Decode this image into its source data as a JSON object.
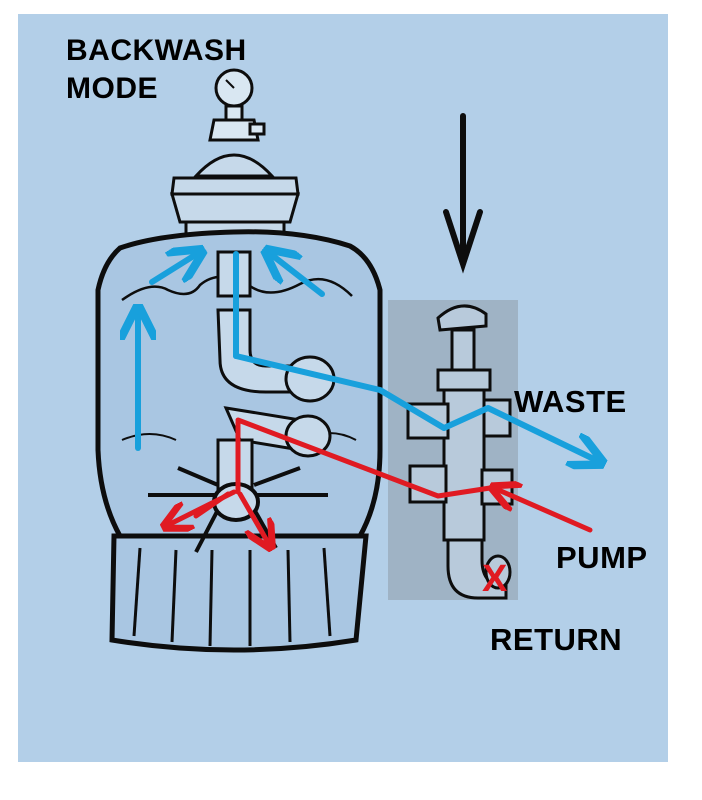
{
  "title_line1": "BACKWASH",
  "title_line2": "MODE",
  "labels": {
    "waste": "WASTE",
    "pump": "PUMP",
    "return": "RETURN",
    "blocked_mark": "X"
  },
  "colors": {
    "background": "#b3cfe8",
    "outline": "#0d0d0d",
    "filtered_flow": "#18a0dc",
    "pump_flow": "#e01a22",
    "valve_body": "#9fb3c5"
  }
}
